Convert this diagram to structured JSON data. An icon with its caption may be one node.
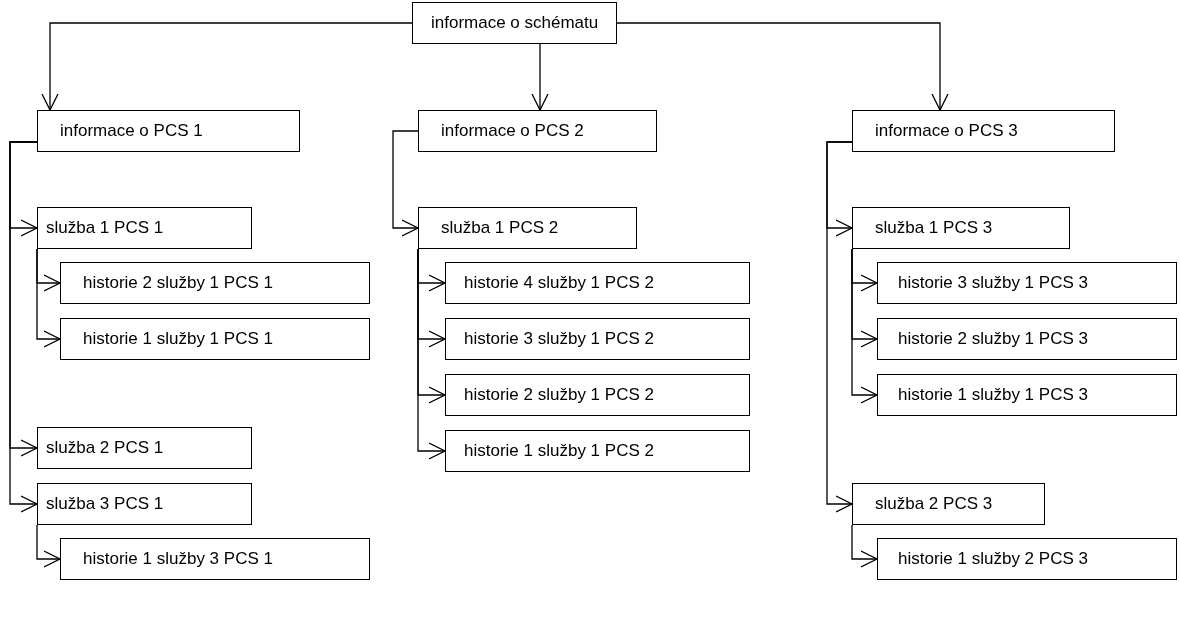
{
  "diagram": {
    "nodes": [
      {
        "text": [
          "informace o schématu"
        ]
      },
      {
        "text": [
          "informace o PCS 1"
        ]
      },
      {
        "text": [
          "informace o PCS 2"
        ]
      },
      {
        "text": [
          "informace o PCS 3"
        ]
      },
      {
        "text": [
          "služba 1 PCS 1"
        ]
      },
      {
        "text": [
          "historie 2 služby 1 PCS 1"
        ]
      },
      {
        "text": [
          "historie 1 služby 1 PCS 1"
        ]
      },
      {
        "text": [
          "služba 2 PCS 1"
        ]
      },
      {
        "text": [
          "služba 3 PCS 1"
        ]
      },
      {
        "text": [
          "historie 1 služby 3 PCS 1"
        ]
      },
      {
        "text": [
          "služba 1 PCS 2"
        ]
      },
      {
        "text": [
          "historie 4 služby 1 PCS 2"
        ]
      },
      {
        "text": [
          "historie 3 služby 1 PCS 2"
        ]
      },
      {
        "text": [
          "historie 2 služby 1 PCS 2"
        ]
      },
      {
        "text": [
          "historie 1 služby 1 PCS 2"
        ]
      },
      {
        "text": [
          "služba 1 PCS 3"
        ]
      },
      {
        "text": [
          "historie 3 služby 1 PCS 3"
        ]
      },
      {
        "text": [
          "historie 2 služby 1 PCS 3"
        ]
      },
      {
        "text": [
          "historie 1 služby 1 PCS 3"
        ]
      },
      {
        "text": [
          "služba 2 PCS 3"
        ]
      },
      {
        "text": [
          "historie 1 služby 2 PCS 3"
        ]
      }
    ],
    "edges": [
      {
        "from": 0,
        "to": 1,
        "arrow": "to"
      },
      {
        "from": 0,
        "to": 2,
        "arrow": "to"
      },
      {
        "from": 0,
        "to": 3,
        "arrow": "to"
      },
      {
        "from": 1,
        "to": 4,
        "arrow": "to"
      },
      {
        "from": 4,
        "to": 5,
        "arrow": "to"
      },
      {
        "from": 4,
        "to": 6,
        "arrow": "to"
      },
      {
        "from": 1,
        "to": 7,
        "arrow": "to"
      },
      {
        "from": 1,
        "to": 8,
        "arrow": "to"
      },
      {
        "from": 8,
        "to": 9,
        "arrow": "to"
      },
      {
        "from": 2,
        "to": 10,
        "arrow": "to"
      },
      {
        "from": 10,
        "to": 11,
        "arrow": "to"
      },
      {
        "from": 10,
        "to": 12,
        "arrow": "to"
      },
      {
        "from": 10,
        "to": 13,
        "arrow": "to"
      },
      {
        "from": 10,
        "to": 14,
        "arrow": "to"
      },
      {
        "from": 3,
        "to": 15,
        "arrow": "to"
      },
      {
        "from": 15,
        "to": 16,
        "arrow": "to"
      },
      {
        "from": 15,
        "to": 17,
        "arrow": "to"
      },
      {
        "from": 15,
        "to": 18,
        "arrow": "to"
      },
      {
        "from": 3,
        "to": 19,
        "arrow": "to"
      },
      {
        "from": 19,
        "to": 20,
        "arrow": "to"
      }
    ]
  }
}
